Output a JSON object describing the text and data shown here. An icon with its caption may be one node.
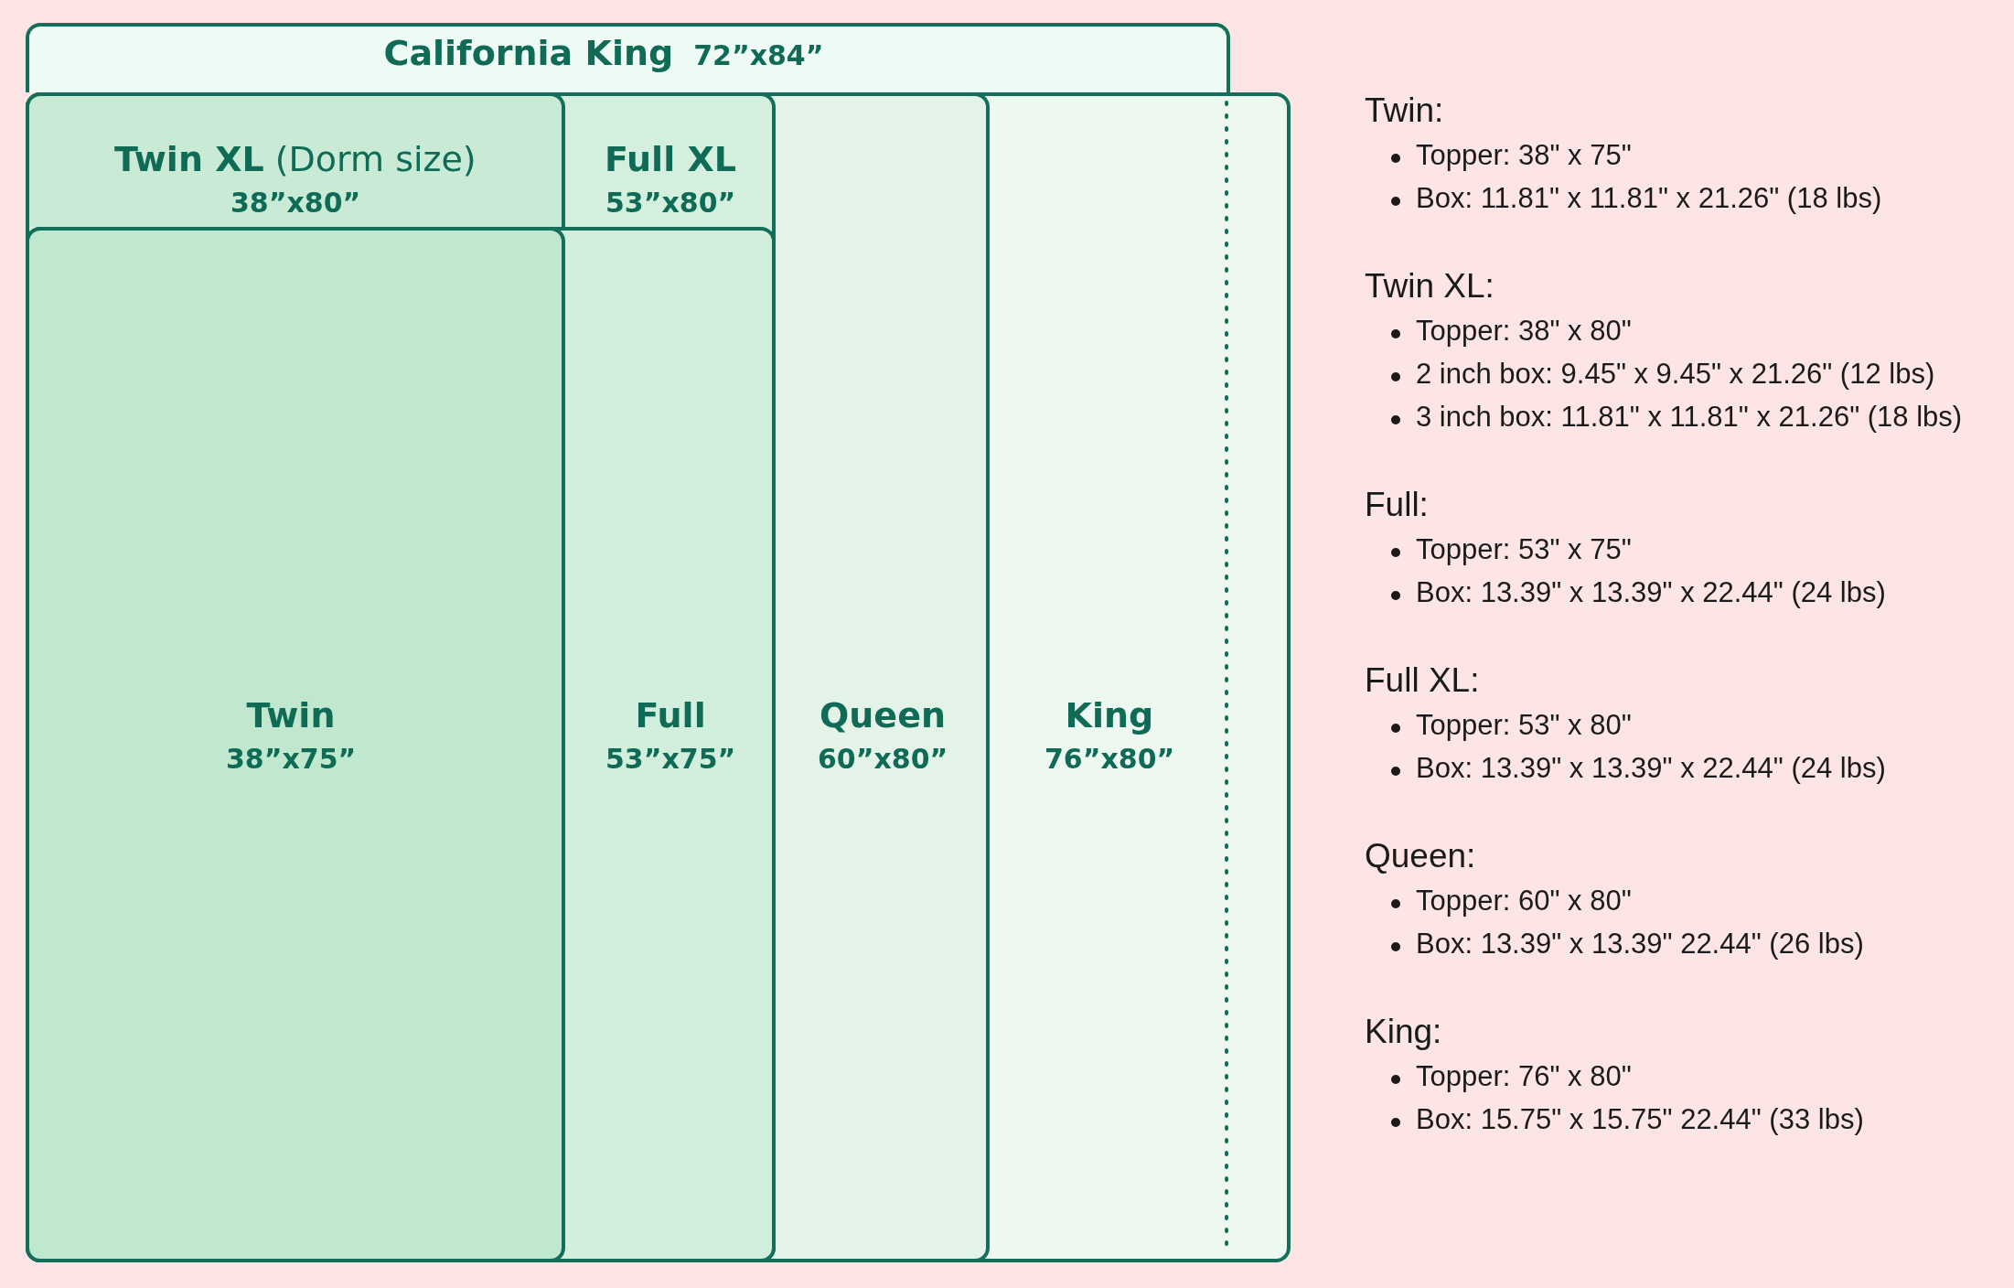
{
  "diagram": {
    "nodes": [
      {
        "text": [
          "California King",
          "72”x84”"
        ]
      },
      {
        "text": [
          "King",
          "76”x80”"
        ]
      },
      {
        "text": [
          "Queen",
          "60”x80”"
        ],
        "in": 1
      },
      {
        "text": [
          "Full XL",
          "53”x80”"
        ],
        "in": 2
      },
      {
        "text": [
          "**Twin XL** (Dorm size)",
          "38”x80”"
        ],
        "in": 3
      },
      {
        "text": [
          "Full",
          "53”x75”"
        ],
        "in": 3
      },
      {
        "text": [
          "Twin",
          "38”x75”"
        ],
        "in": 5
      }
    ],
    "labels": [
      "Twin:",
      "Topper: 38\" x 75\"",
      "Box: 11.81\" x 11.81\" x 21.26\" (18 lbs)",
      "Twin XL:",
      "Topper: 38\" x 80\"",
      "2 inch box: 9.45\" x 9.45\" x 21.26\" (12 lbs)",
      "3 inch box: 11.81\" x 11.81\" x 21.26\" (18 lbs)",
      "Full:",
      "Topper: 53\" x 75\"",
      "Box: 13.39\" x 13.39\" x 22.44\" (24 lbs)",
      "Full XL:",
      "Topper: 53\" x 80\"",
      "Box: 13.39\" x 13.39\" x 22.44\" (24 lbs)",
      "Queen:",
      "Topper: 60\" x 80\"",
      "Box: 13.39\" x 13.39\" 22.44\" (26 lbs)",
      "King:",
      "Topper: 76\" x 80\"",
      "Box: 15.75\" x 15.75\" 22.44\" (33 lbs)"
    ]
  }
}
